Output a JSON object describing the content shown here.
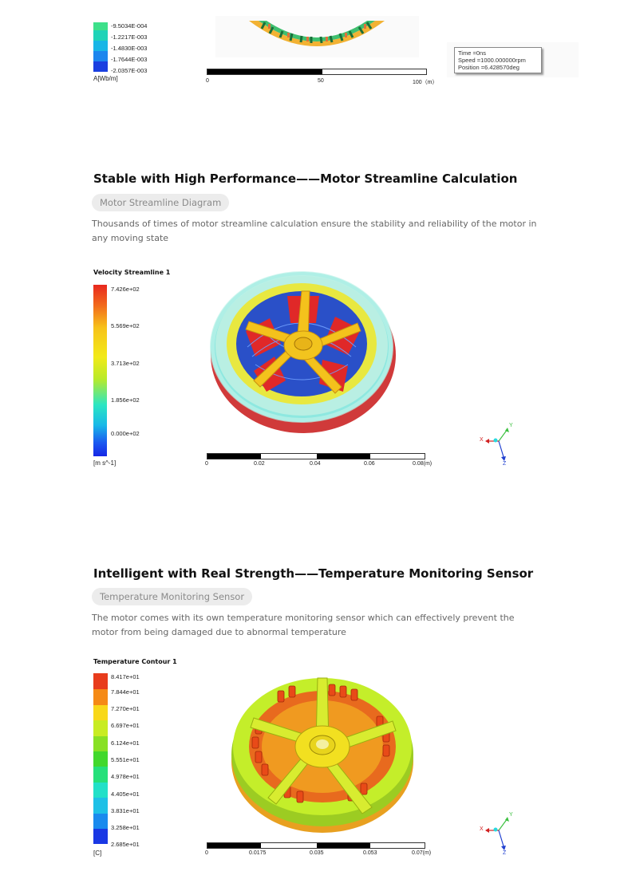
{
  "top": {
    "legend_labels": [
      "-9.5034E-004",
      "-1.2217E-003",
      "-1.4830E-003",
      "-1.7644E-003",
      "-2.0357E-003"
    ],
    "unit": "A[Wb/m]",
    "scale_ticks": [
      "0",
      "50",
      "100（m）"
    ],
    "info": {
      "time": "Time    =0ns",
      "speed": "Speed   =1000.000000rpm",
      "position": "Position =6.428570deg"
    }
  },
  "section1": {
    "heading": "Stable with High Performance——Motor Streamline Calculation",
    "pill": "Motor Streamline Diagram",
    "description": "Thousands of times of motor streamline calculation ensure the stability and reliability of the motor in any moving state",
    "legend_title": "Velocity Streamline 1",
    "legend_labels": [
      "7.426e+02",
      "5.569e+02",
      "3.713e+02",
      "1.856e+02",
      "0.000e+02"
    ],
    "unit": "[m s^-1]",
    "scale_ticks": [
      "0",
      "0.02",
      "0.04",
      "0.06",
      "0.08(m)"
    ]
  },
  "section2": {
    "heading": "Intelligent with Real Strength——Temperature Monitoring Sensor",
    "pill": "Temperature Monitoring Sensor",
    "description": "The motor comes with its own temperature monitoring sensor which can effectively prevent the motor from being damaged due to abnormal temperature",
    "legend_title": "Temperature Contour 1",
    "legend_labels": [
      "8.417e+01",
      "7.844e+01",
      "7.270e+01",
      "6.697e+01",
      "6.124e+01",
      "5.551e+01",
      "4.978e+01",
      "4.405e+01",
      "3.831e+01",
      "3.258e+01",
      "2.685e+01"
    ],
    "unit": "[C]",
    "scale_ticks": [
      "0",
      "0.0175",
      "0.035",
      "0.053",
      "0.07(m)"
    ]
  },
  "axes": {
    "x": "X",
    "y": "Y",
    "z": "Z"
  },
  "colors": {
    "heading": "#111111",
    "pill_bg": "#ececec",
    "pill_text": "#8a8a8a",
    "desc_text": "#666666"
  }
}
